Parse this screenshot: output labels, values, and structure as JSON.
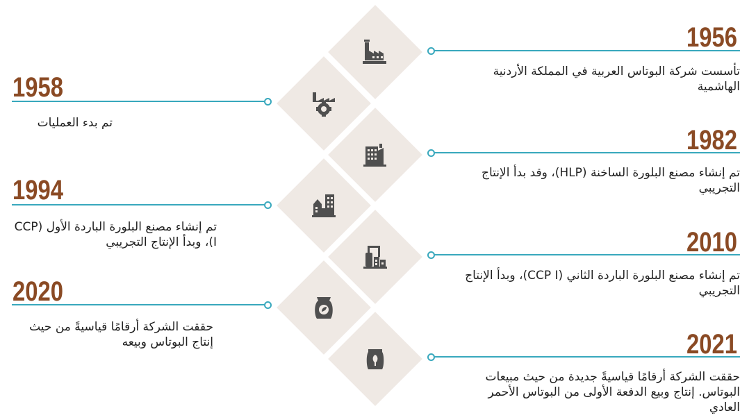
{
  "colors": {
    "diamond_bg": "#efe9e4",
    "line": "#38a8bd",
    "year": "#8a4a24",
    "icon": "#4f4f4f"
  },
  "timeline": [
    {
      "year": "1956",
      "text": "تأسست شركة البوتاس العربية في المملكة الأردنية الهاشمية",
      "icon": "factory-icon"
    },
    {
      "year": "1958",
      "text": "تم بدء العمليات",
      "icon": "gear-factory-icon"
    },
    {
      "year": "1982",
      "text": "تم إنشاء مصنع البلورة الساخنة (HLP)، وقد بدأ الإنتاج التجريبي",
      "icon": "plant-building-icon"
    },
    {
      "year": "1994",
      "text": "تم إنشاء مصنع البلورة الباردة الأول (CCP I)، وبدأ الإنتاج التجريبي",
      "icon": "city-buildings-icon"
    },
    {
      "year": "2010",
      "text": "تم إنشاء مصنع البلورة الباردة الثاني (CCP I)، وبدأ الإنتاج التجريبي",
      "icon": "processing-plant-icon"
    },
    {
      "year": "2020",
      "text": "حققت الشركة أرقامًا قياسيةً من حيث إنتاج البوتاس وبيعه",
      "icon": "fertilizer-bag-icon"
    },
    {
      "year": "2021",
      "text": "حققت الشركة أرقامًا قياسيةً جديدة من حيث مبيعات البوتاس. إنتاج وبيع الدفعة الأولى من البوتاس الأحمر العادي",
      "icon": "seed-bag-icon"
    }
  ]
}
